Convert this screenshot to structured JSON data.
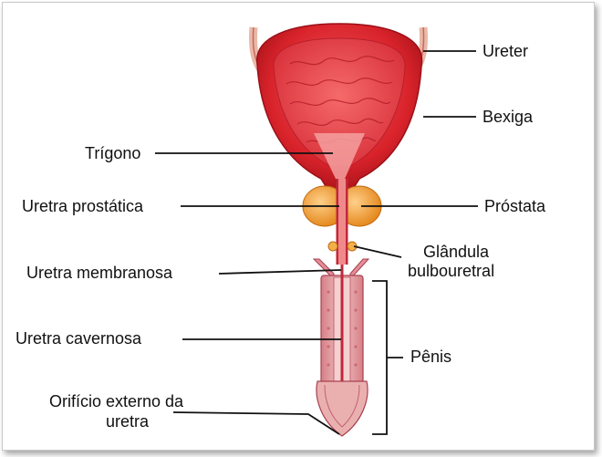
{
  "labels": {
    "ureter": "Ureter",
    "bexiga": "Bexiga",
    "trigono": "Trígono",
    "uretra_prostatica": "Uretra prostática",
    "prostata": "Próstata",
    "glandula_line1": "Glândula",
    "glandula_line2": "bulbouretral",
    "uretra_membranosa": "Uretra membranosa",
    "uretra_cavernosa": "Uretra cavernosa",
    "penis": "Pênis",
    "orificio_line1": "Orifício externo da",
    "orificio_line2": "uretra"
  },
  "colors": {
    "bladder_outer": "#d9232b",
    "bladder_inner": "#e8404a",
    "bladder_rim": "#f07a6a",
    "prostate": "#f0a040",
    "penis_tissue": "#e9a6a6",
    "urethra": "#c0283a",
    "leader_line": "#111111"
  }
}
